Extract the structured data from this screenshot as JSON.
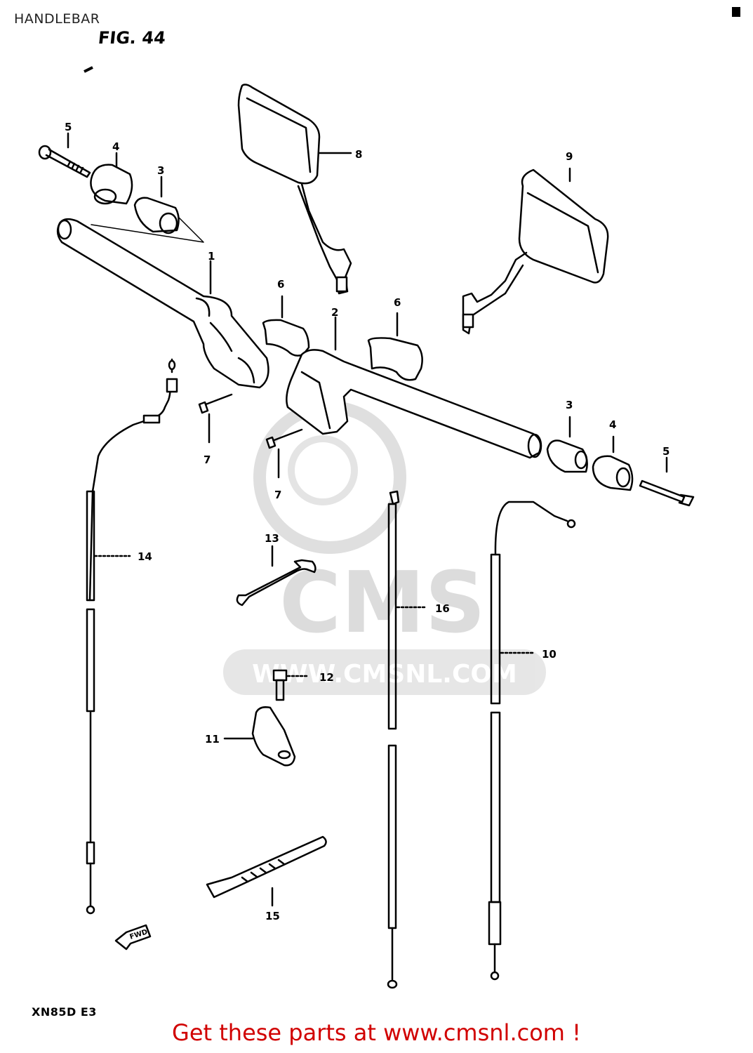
{
  "header": {
    "title": "HANDLEBAR",
    "figure": "FIG. 44"
  },
  "watermark": {
    "brand": "CMS",
    "url": "WWW.CMSNL.COM"
  },
  "callouts": [
    {
      "id": "c5a",
      "label": "5"
    },
    {
      "id": "c4a",
      "label": "4"
    },
    {
      "id": "c3a",
      "label": "3"
    },
    {
      "id": "c8",
      "label": "8"
    },
    {
      "id": "c9",
      "label": "9"
    },
    {
      "id": "c1",
      "label": "1"
    },
    {
      "id": "c6a",
      "label": "6"
    },
    {
      "id": "c2",
      "label": "2"
    },
    {
      "id": "c6b",
      "label": "6"
    },
    {
      "id": "c7a",
      "label": "7"
    },
    {
      "id": "c7b",
      "label": "7"
    },
    {
      "id": "c3b",
      "label": "3"
    },
    {
      "id": "c4b",
      "label": "4"
    },
    {
      "id": "c5b",
      "label": "5"
    },
    {
      "id": "c14",
      "label": "14"
    },
    {
      "id": "c13",
      "label": "13"
    },
    {
      "id": "c16",
      "label": "16"
    },
    {
      "id": "c10",
      "label": "10"
    },
    {
      "id": "c12",
      "label": "12"
    },
    {
      "id": "c11",
      "label": "11"
    },
    {
      "id": "c15",
      "label": "15"
    }
  ],
  "fwd_label": "FWD",
  "model_code": "XN85D E3",
  "footer": {
    "text": "Get these parts at www.cmsnl.com !"
  }
}
